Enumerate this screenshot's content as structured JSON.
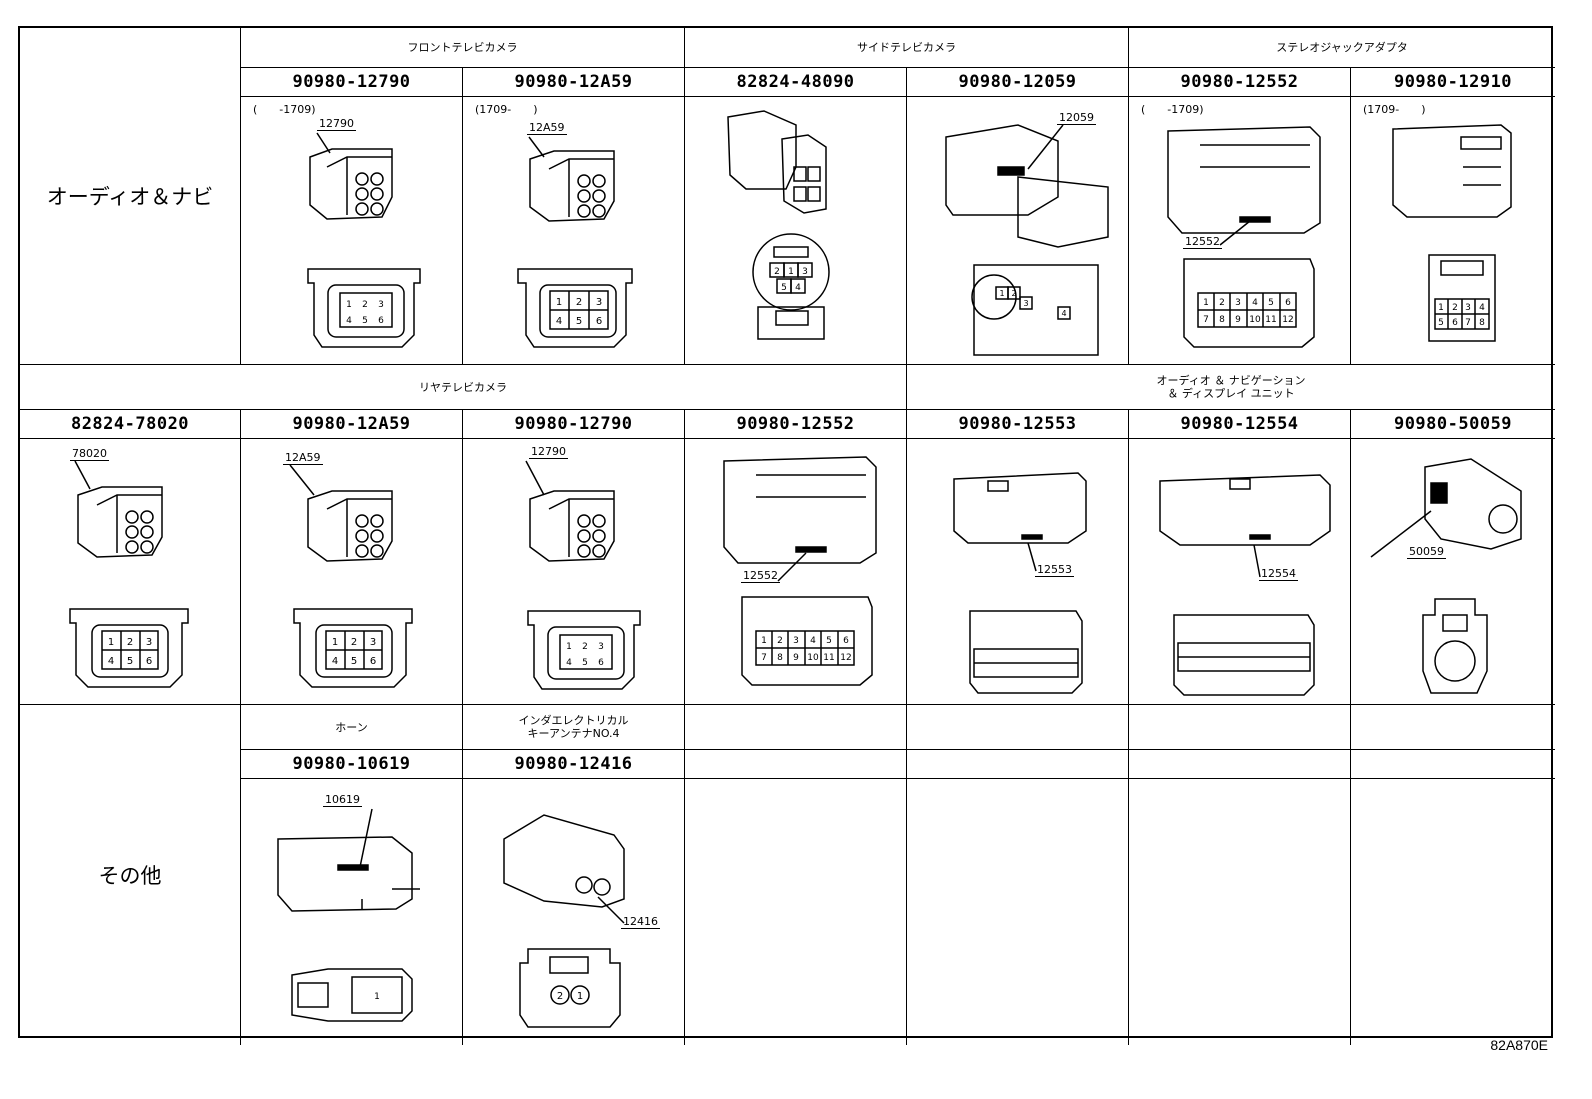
{
  "sections": {
    "audio_navi": "オーディオ＆ナビ",
    "other": "その他"
  },
  "row1": {
    "categories": {
      "front_camera": "フロントテレビカメラ",
      "side_camera": "サイドテレビカメラ",
      "stereo_jack": "ステレオジャックアダプタ"
    },
    "parts": [
      {
        "pn": "90980-12790",
        "range": "(　　-1709)",
        "callout": "12790",
        "pins": [
          "1",
          "2",
          "3",
          "4",
          "5",
          "6"
        ]
      },
      {
        "pn": "90980-12A59",
        "range": "(1709-　　)",
        "callout": "12A59",
        "pins": [
          "1",
          "2",
          "3",
          "4",
          "5",
          "6"
        ]
      },
      {
        "pn": "82824-48090",
        "range": "",
        "callout": "",
        "pins": [
          "2",
          "1",
          "3",
          "5",
          "4"
        ]
      },
      {
        "pn": "90980-12059",
        "range": "",
        "callout": "12059",
        "pins": [
          "1",
          "2",
          "3",
          "4"
        ]
      },
      {
        "pn": "90980-12552",
        "range": "(　　-1709)",
        "callout": "12552",
        "pins": [
          "1",
          "2",
          "3",
          "4",
          "5",
          "6",
          "7",
          "8",
          "9",
          "10",
          "11",
          "12"
        ]
      },
      {
        "pn": "90980-12910",
        "range": "(1709-　　)",
        "callout": "",
        "pins": [
          "1",
          "2",
          "3",
          "4",
          "5",
          "6",
          "7",
          "8"
        ]
      }
    ]
  },
  "row2": {
    "categories": {
      "rear_camera": "リヤテレビカメラ",
      "display_unit": "オーディオ ＆ ナビゲーション\n＆ ディスプレイ ユニット"
    },
    "parts": [
      {
        "pn": "82824-78020",
        "callout": "78020",
        "pins": [
          "1",
          "2",
          "3",
          "4",
          "5",
          "6"
        ]
      },
      {
        "pn": "90980-12A59",
        "callout": "12A59",
        "pins": [
          "1",
          "2",
          "3",
          "4",
          "5",
          "6"
        ]
      },
      {
        "pn": "90980-12790",
        "callout": "12790",
        "pins": [
          "1",
          "2",
          "3",
          "4",
          "5",
          "6"
        ]
      },
      {
        "pn": "90980-12552",
        "callout": "12552",
        "pins": [
          "1",
          "2",
          "3",
          "4",
          "5",
          "6",
          "7",
          "8",
          "9",
          "10",
          "11",
          "12"
        ]
      },
      {
        "pn": "90980-12553",
        "callout": "12553",
        "pins": []
      },
      {
        "pn": "90980-12554",
        "callout": "12554",
        "pins": []
      },
      {
        "pn": "90980-50059",
        "callout": "50059",
        "pins": []
      }
    ]
  },
  "row3": {
    "categories": {
      "horn": "ホーン",
      "key_antenna": "インダエレクトリカル\nキーアンテナNO.4"
    },
    "parts": [
      {
        "pn": "90980-10619",
        "callout": "10619",
        "pins": [
          "1"
        ]
      },
      {
        "pn": "90980-12416",
        "callout": "12416",
        "pins": [
          "2",
          "1"
        ]
      }
    ]
  },
  "footer": {
    "code": "82A870E"
  }
}
